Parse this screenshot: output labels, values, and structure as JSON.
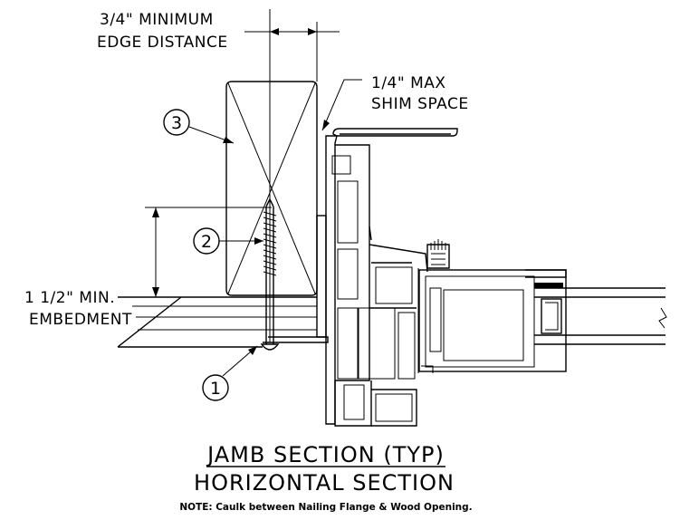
{
  "callouts": {
    "edge_distance_line1": "3/4\" MINIMUM",
    "edge_distance_line2": "EDGE DISTANCE",
    "shim_line1": "1/4\" MAX",
    "shim_line2": "SHIM SPACE",
    "embedment_line1": "1 1/2\" MIN.",
    "embedment_line2": "EMBEDMENT"
  },
  "item_markers": {
    "item1": "1",
    "item2": "2",
    "item3": "3"
  },
  "titles": {
    "line1": "JAMB SECTION (TYP)",
    "line2": "HORIZONTAL SECTION"
  },
  "note": "NOTE: Caulk between Nailing Flange & Wood Opening."
}
